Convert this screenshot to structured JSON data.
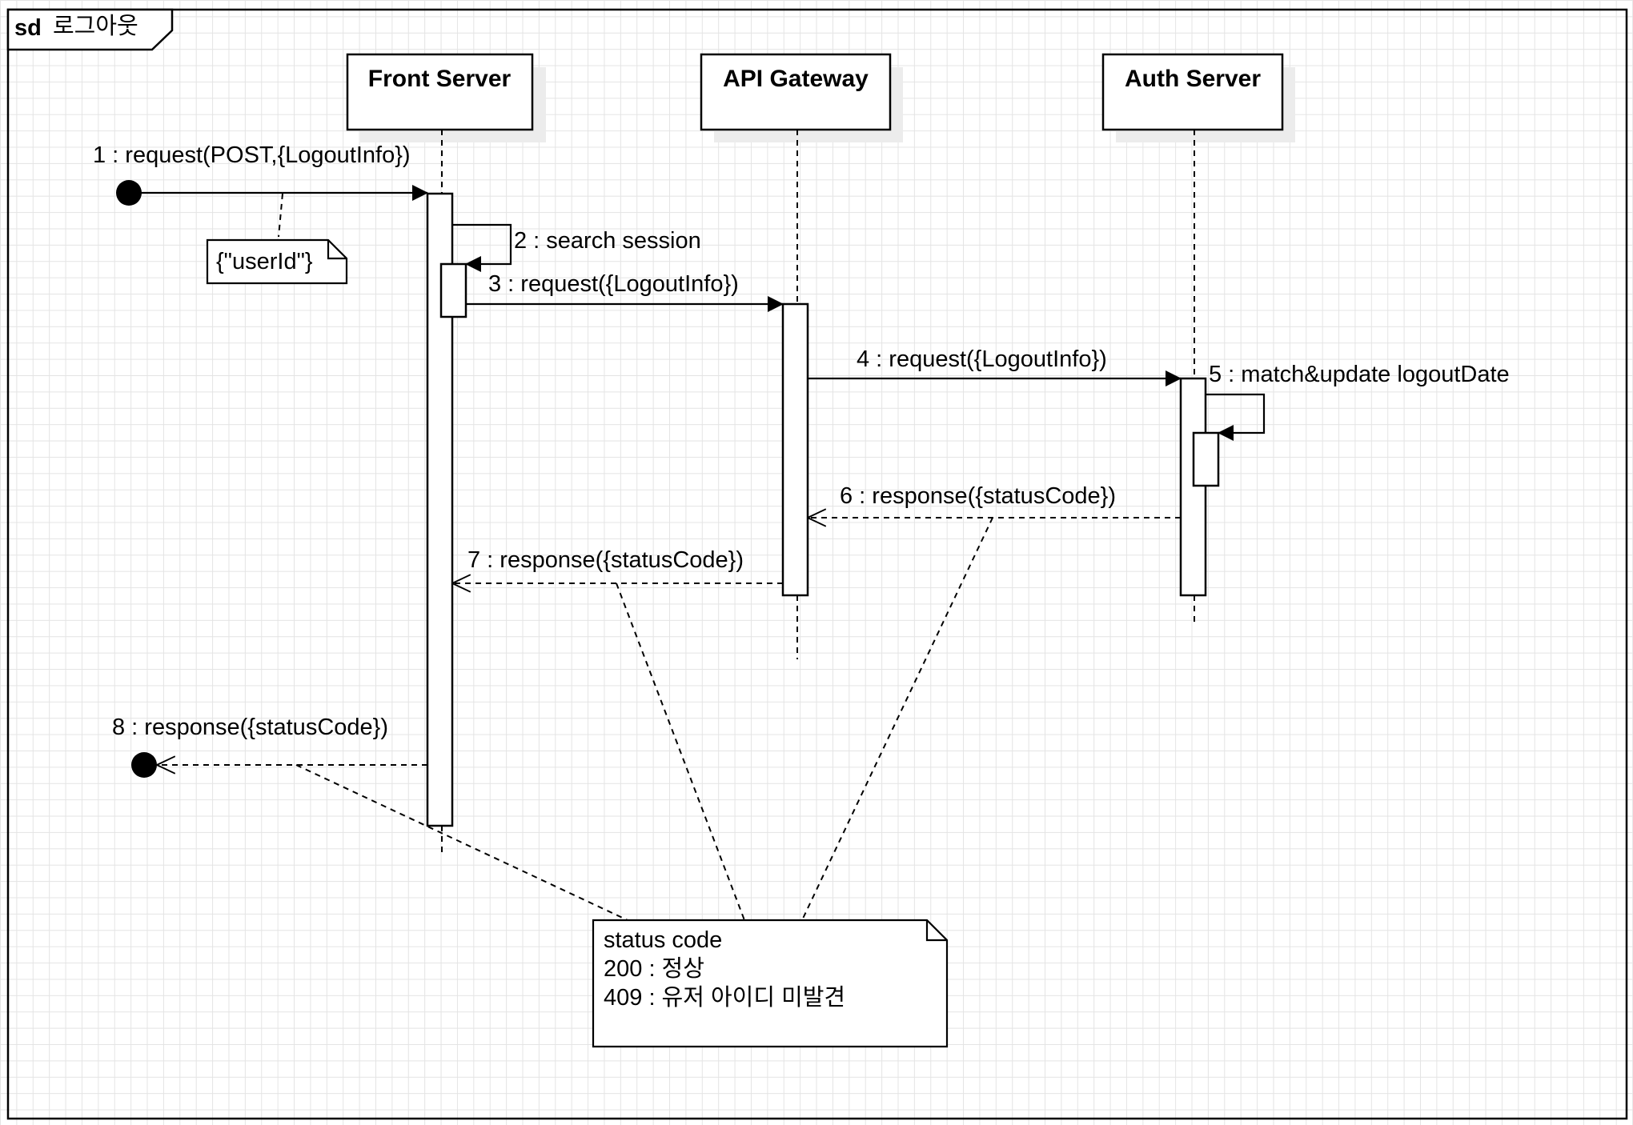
{
  "frame": {
    "keyword": "sd",
    "name": "로그아웃"
  },
  "lifelines": [
    {
      "id": "front",
      "name": "Front Server"
    },
    {
      "id": "gateway",
      "name": "API Gateway"
    },
    {
      "id": "auth",
      "name": "Auth Server"
    }
  ],
  "messages": [
    {
      "num": 1,
      "label": "1 : request(POST,{LogoutInfo})",
      "from": "found",
      "to": "front",
      "kind": "sync"
    },
    {
      "num": 2,
      "label": "2 : search session",
      "from": "front",
      "to": "front",
      "kind": "self"
    },
    {
      "num": 3,
      "label": "3 : request({LogoutInfo})",
      "from": "front",
      "to": "gateway",
      "kind": "sync"
    },
    {
      "num": 4,
      "label": "4 : request({LogoutInfo})",
      "from": "gateway",
      "to": "auth",
      "kind": "sync"
    },
    {
      "num": 5,
      "label": "5 : match&update logoutDate",
      "from": "auth",
      "to": "auth",
      "kind": "self"
    },
    {
      "num": 6,
      "label": "6 : response({statusCode})",
      "from": "auth",
      "to": "gateway",
      "kind": "reply"
    },
    {
      "num": 7,
      "label": "7 : response({statusCode})",
      "from": "gateway",
      "to": "front",
      "kind": "reply"
    },
    {
      "num": 8,
      "label": "8 : response({statusCode})",
      "from": "front",
      "to": "lost",
      "kind": "reply"
    }
  ],
  "notes": {
    "userid": {
      "text": "{\"userId\"}"
    },
    "status": {
      "lines": [
        "status code",
        "200 : 정상",
        "409 : 유저 아이디 미발견"
      ]
    }
  }
}
